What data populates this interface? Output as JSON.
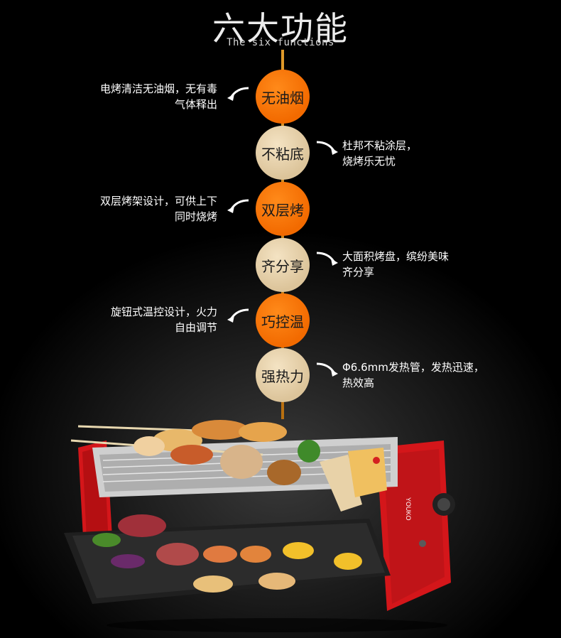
{
  "title": "六大功能",
  "subtitle": "The six functions",
  "functions": [
    {
      "name": "无油烟",
      "desc_line1": "电烤清洁无油烟，无有毒",
      "desc_line2": "气体释出"
    },
    {
      "name": "不粘底",
      "desc_line1": "杜邦不粘涂层，",
      "desc_line2": "烧烤乐无忧"
    },
    {
      "name": "双层烤",
      "desc_line1": "双层烤架设计，可供上下",
      "desc_line2": "同时烧烤"
    },
    {
      "name": "齐分享",
      "desc_line1": "大面积烤盘，缤纷美味",
      "desc_line2": "齐分享"
    },
    {
      "name": "巧控温",
      "desc_line1": "旋钮式温控设计，火力",
      "desc_line2": "自由调节"
    },
    {
      "name": "强热力",
      "desc_line1": "Φ6.6mm发热管，发热迅速，",
      "desc_line2": "热效高"
    }
  ],
  "colors": {
    "orange": "#f26a00",
    "beige": "#e8d4ae",
    "spine": "#d08a20",
    "grill_red": "#d4161a"
  },
  "icons": {
    "arrow": "curved-arrow-icon",
    "product": "electric-grill-product-image"
  },
  "product_brand": "YOUKO"
}
